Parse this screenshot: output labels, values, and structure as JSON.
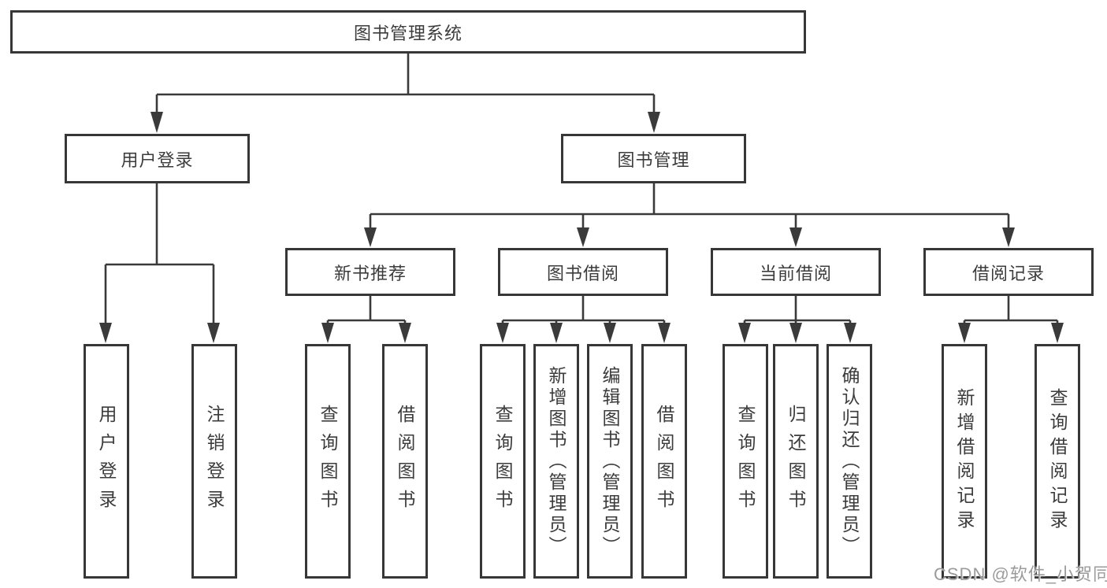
{
  "title": "图书管理系统",
  "watermark": {
    "text": "CSDN @软件_小贺同学",
    "color": "#9b9b9b"
  },
  "colors": {
    "line": "#3a3a3a",
    "box_border": "#373737",
    "text": "#3c3c3c",
    "background": "#ffffff"
  },
  "nodes": {
    "root": {
      "label": "图书管理系统",
      "level": 1
    },
    "user_login": {
      "label": "用户登录",
      "level": 2,
      "parent": "root"
    },
    "book_mgmt": {
      "label": "图书管理",
      "level": 2,
      "parent": "root"
    },
    "new_book_rec": {
      "label": "新书推荐",
      "level": 3,
      "parent": "book_mgmt"
    },
    "book_borrow": {
      "label": "图书借阅",
      "level": 3,
      "parent": "book_mgmt"
    },
    "current_borrow": {
      "label": "当前借阅",
      "level": 3,
      "parent": "book_mgmt"
    },
    "borrow_record": {
      "label": "借阅记录",
      "level": 3,
      "parent": "book_mgmt"
    },
    "leaf_user_login": {
      "label": "用户登录",
      "level": 4,
      "parent": "user_login"
    },
    "leaf_logout": {
      "label": "注销登录",
      "level": 4,
      "parent": "user_login"
    },
    "leaf_nbr_query_book": {
      "label": "查询图书",
      "level": 4,
      "parent": "new_book_rec"
    },
    "leaf_nbr_borrow_book": {
      "label": "借阅图书",
      "level": 4,
      "parent": "new_book_rec"
    },
    "leaf_bb_query_book": {
      "label": "查询图书",
      "level": 4,
      "parent": "book_borrow"
    },
    "leaf_bb_add_book": {
      "label": "新增图书（管理员）",
      "level": 4,
      "parent": "book_borrow"
    },
    "leaf_bb_edit_book": {
      "label": "编辑图书（管理员）",
      "level": 4,
      "parent": "book_borrow"
    },
    "leaf_bb_borrow_book": {
      "label": "借阅图书",
      "level": 4,
      "parent": "book_borrow"
    },
    "leaf_cb_query_book": {
      "label": "查询图书",
      "level": 4,
      "parent": "current_borrow"
    },
    "leaf_cb_return_book": {
      "label": "归还图书",
      "level": 4,
      "parent": "current_borrow"
    },
    "leaf_cb_confirm_return": {
      "label": "确认归还（管理员）",
      "level": 4,
      "parent": "current_borrow"
    },
    "leaf_br_add_record": {
      "label": "新增借阅记录",
      "level": 4,
      "parent": "borrow_record"
    },
    "leaf_br_query_record": {
      "label": "查询借阅记录",
      "level": 4,
      "parent": "borrow_record"
    }
  }
}
